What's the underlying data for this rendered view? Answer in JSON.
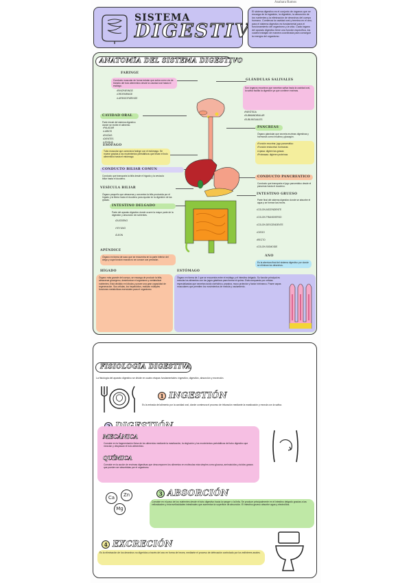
{
  "author": "Anahara Ramos",
  "header": {
    "title_top": "SISTEMA",
    "title_main": "DIGESTIVO",
    "intro": "El sistema digestivo es el conjunto de órganos que se encarga de la ingestión, la digestión, la absorción de los nutrientes y la eliminación de desechos del cuerpo humano. Comienza la cavidad oral y termina en el ano, para el sistema digestivo es fundamental para el funcionamiento del organismo y la vida. Cada órgano del aparato digestivo tiene una función específica, los cuales trabajan de manera coordinada para conseguir la energía del organismo."
  },
  "anatomy": {
    "title": "ANATOMÍA DEL SISTEMA DIGESTIVO",
    "faringe": {
      "label": "FARINGE",
      "text": "Conducto muscular de forma tubular que actúa como vía de tránsito del bolo alimenticio desde la cavidad oral hasta el esófago.",
      "items": [
        "RINOFARINGE",
        "OROFARINGE",
        "LARINGOFARINGE"
      ]
    },
    "cavidad": {
      "label": "CAVIDAD ORAL",
      "text": "Parte inicial del sistema digestivo donde se recibe el alimento.",
      "items": [
        "PALADAR",
        "LABIOS",
        "ENCÍAS",
        "DIENTES",
        "LENGUA"
      ]
    },
    "esofago": {
      "label": "ESÓFAGO",
      "text": "Tubo muscular que conecta la faringe con el estómago. Se mueve gracias a los movimientos peristálticos que llevan el bolo alimenticio hasta el estómago."
    },
    "conducto_biliar": {
      "label": "CONDUCTO BILIAR COMÚN",
      "text": "Conducto que transporta la bilis desde el hígado y la vesícula biliar hasta el duodeno."
    },
    "vesicula": {
      "label": "VESÍCULA BILIAR",
      "text": "Órgano pequeño que almacena y concentra la bilis producida por el hígado y la libera hacia el duodeno para ayudar en la digestión de las grasas."
    },
    "intestino_delgado": {
      "label": "INTESTINO DELGADO",
      "text": "Parte del aparato digestivo donde ocurre la mayor parte de la digestión y absorción de nutrientes.",
      "items": [
        "DUODENO",
        "YEYUNO",
        "ÍLEON"
      ]
    },
    "apendice": {
      "label": "APÉNDICE",
      "text": "Órgano en forma de saco que se encuentra en la parte inferior del ciego y cuya función exacta no se conoce con precisión."
    },
    "glandulas": {
      "label": "GLÁNDULAS SALIVALES",
      "text": "Son órganos exocrinos que secretan saliva hacia la cavidad oral, la saliva facilita la digestión ya que contiene enzimas.",
      "items": [
        "PARÓTIDA",
        "SUBMANDIBULAR",
        "SUBLINGUALES"
      ]
    },
    "pancreas": {
      "label": "PÁNCREAS",
      "text": "Órgano glandular que secreta enzimas digestivas y hormonas como insulina y glucagón.",
      "items": [
        "Función exocrina: jugo pancreático",
        "Función endocrina: hormonas",
        "Lipasa: digiere las grasas",
        "Proteasas: digieren proteínas"
      ]
    },
    "conducto_pancreatico": {
      "label": "CONDUCTO PANCREÁTICO",
      "text": "Conducto que transporta el jugo pancreático desde el páncreas hasta el duodeno."
    },
    "intestino_grueso": {
      "label": "INTESTINO GRUESO",
      "text": "Parte final del sistema digestivo donde se absorbe el agua y se forman las heces.",
      "items": [
        "COLON ASCENDENTE",
        "COLON TRANSVERSO",
        "COLON DESCENDENTE",
        "CIEGO",
        "RECTO",
        "COLON SIGMOIDE"
      ]
    },
    "ano": {
      "label": "ANO",
      "text": "Es la abertura final del sistema digestivo por donde se eliminan los desechos."
    },
    "higado": {
      "label": "HÍGADO",
      "text": "Órgano más grande del cuerpo, se encarga de producir la bilis, almacenar glucógeno, desintoxicar el organismo y metabolizar nutrientes. Está dividido en lóbulos y posee una gran capacidad de regeneración. Sus células, los hepatocitos, realizan múltiples funciones metabólicas esenciales para el organismo."
    },
    "estomago": {
      "label": "ESTÓMAGO",
      "text": "Órgano en forma de J que se encuentra entre el esófago y el intestino delgado. Su función principal es mezclar los alimentos con los jugos gástricos para formar el quimo. Está compuesto por células especializadas que secretan ácido clorhídrico, pepsina, moco protector y factor intrínseco. Posee capas musculares que permiten los movimientos de mezcla y vaciamiento."
    }
  },
  "physiology": {
    "title": "FISIOLOGÍA DIGESTIVA",
    "intro": "La fisiología del aparato digestivo se divide en cuatro etapas fundamentales: ingestión, digestión, absorción y excreción.",
    "steps": [
      {
        "num": "1",
        "title": "INGESTIÓN",
        "text": "Es la entrada del alimento por la cavidad oral, donde comienza el proceso de trituración mediante la masticación y mezcla con la saliva."
      },
      {
        "num": "2",
        "title": "DIGESTIÓN",
        "text": ""
      },
      {
        "num": "3",
        "title": "ABSORCIÓN",
        "text": "Consiste en el paso de los nutrientes desde el tubo digestivo hacia la sangre o la linfa. Se produce principalmente en el intestino delgado gracias a las vellosidades y microvellosidades intestinales que aumentan la superficie de absorción. El intestino grueso absorbe agua y electrolitos."
      },
      {
        "num": "4",
        "title": "EXCRECIÓN",
        "text": "Es la eliminación de los desechos no digeridos a través del ano en forma de heces, mediante el proceso de defecación controlado por los esfínteres anales."
      }
    ],
    "mecanica": {
      "title": "MECÁNICA",
      "text": "Consiste en la fragmentación física de los alimentos mediante la masticación, la deglución y los movimientos peristálticos del tubo digestivo que mezclan y desplazan el bolo alimenticio."
    },
    "quimica": {
      "title": "QUÍMICA",
      "text": "Consiste en la acción de enzimas digestivas que descomponen los alimentos en moléculas más simples como glucosa, aminoácidos y ácidos grasos que pueden ser absorbidas por el organismo."
    },
    "minerals": [
      "Ca",
      "Zn",
      "Mg"
    ]
  }
}
